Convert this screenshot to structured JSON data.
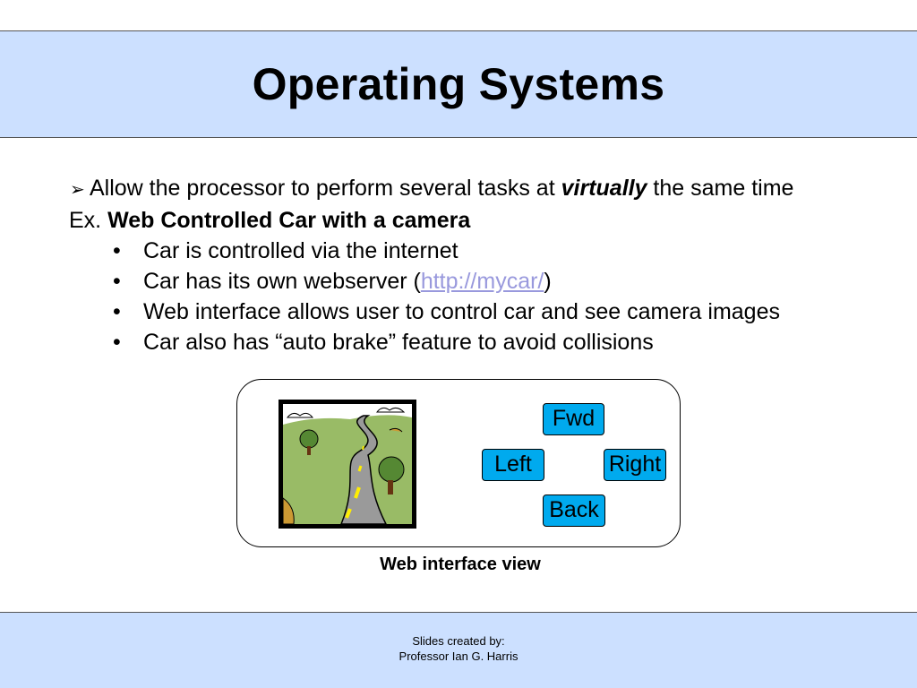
{
  "slide": {
    "title": "Operating Systems",
    "intro": {
      "arrow": "➢",
      "pre": "Allow the processor to perform several tasks at ",
      "emph": "virtually",
      "post": " the same time"
    },
    "example": {
      "prefix": "Ex. ",
      "name": "Web Controlled Car with a camera"
    },
    "bullets": [
      {
        "text": "Car is controlled via the internet"
      },
      {
        "pre": "Car has its own webserver (",
        "link": "http://mycar/",
        "post": ")"
      },
      {
        "text": "Web interface allows user to control car and see camera images"
      },
      {
        "text": "Car also has “auto brake” feature to avoid collisions"
      }
    ],
    "bullet_glyph": "•"
  },
  "interface": {
    "buttons": {
      "fwd": "Fwd",
      "left": "Left",
      "right": "Right",
      "back": "Back"
    },
    "button_color": "#00aaee",
    "caption": "Web interface view",
    "image_icon": "road-landscape-icon"
  },
  "footer": {
    "line1": "Slides created by:",
    "line2": "Professor Ian G. Harris"
  },
  "colors": {
    "band": "#cce0ff",
    "link": "#9999dd"
  }
}
